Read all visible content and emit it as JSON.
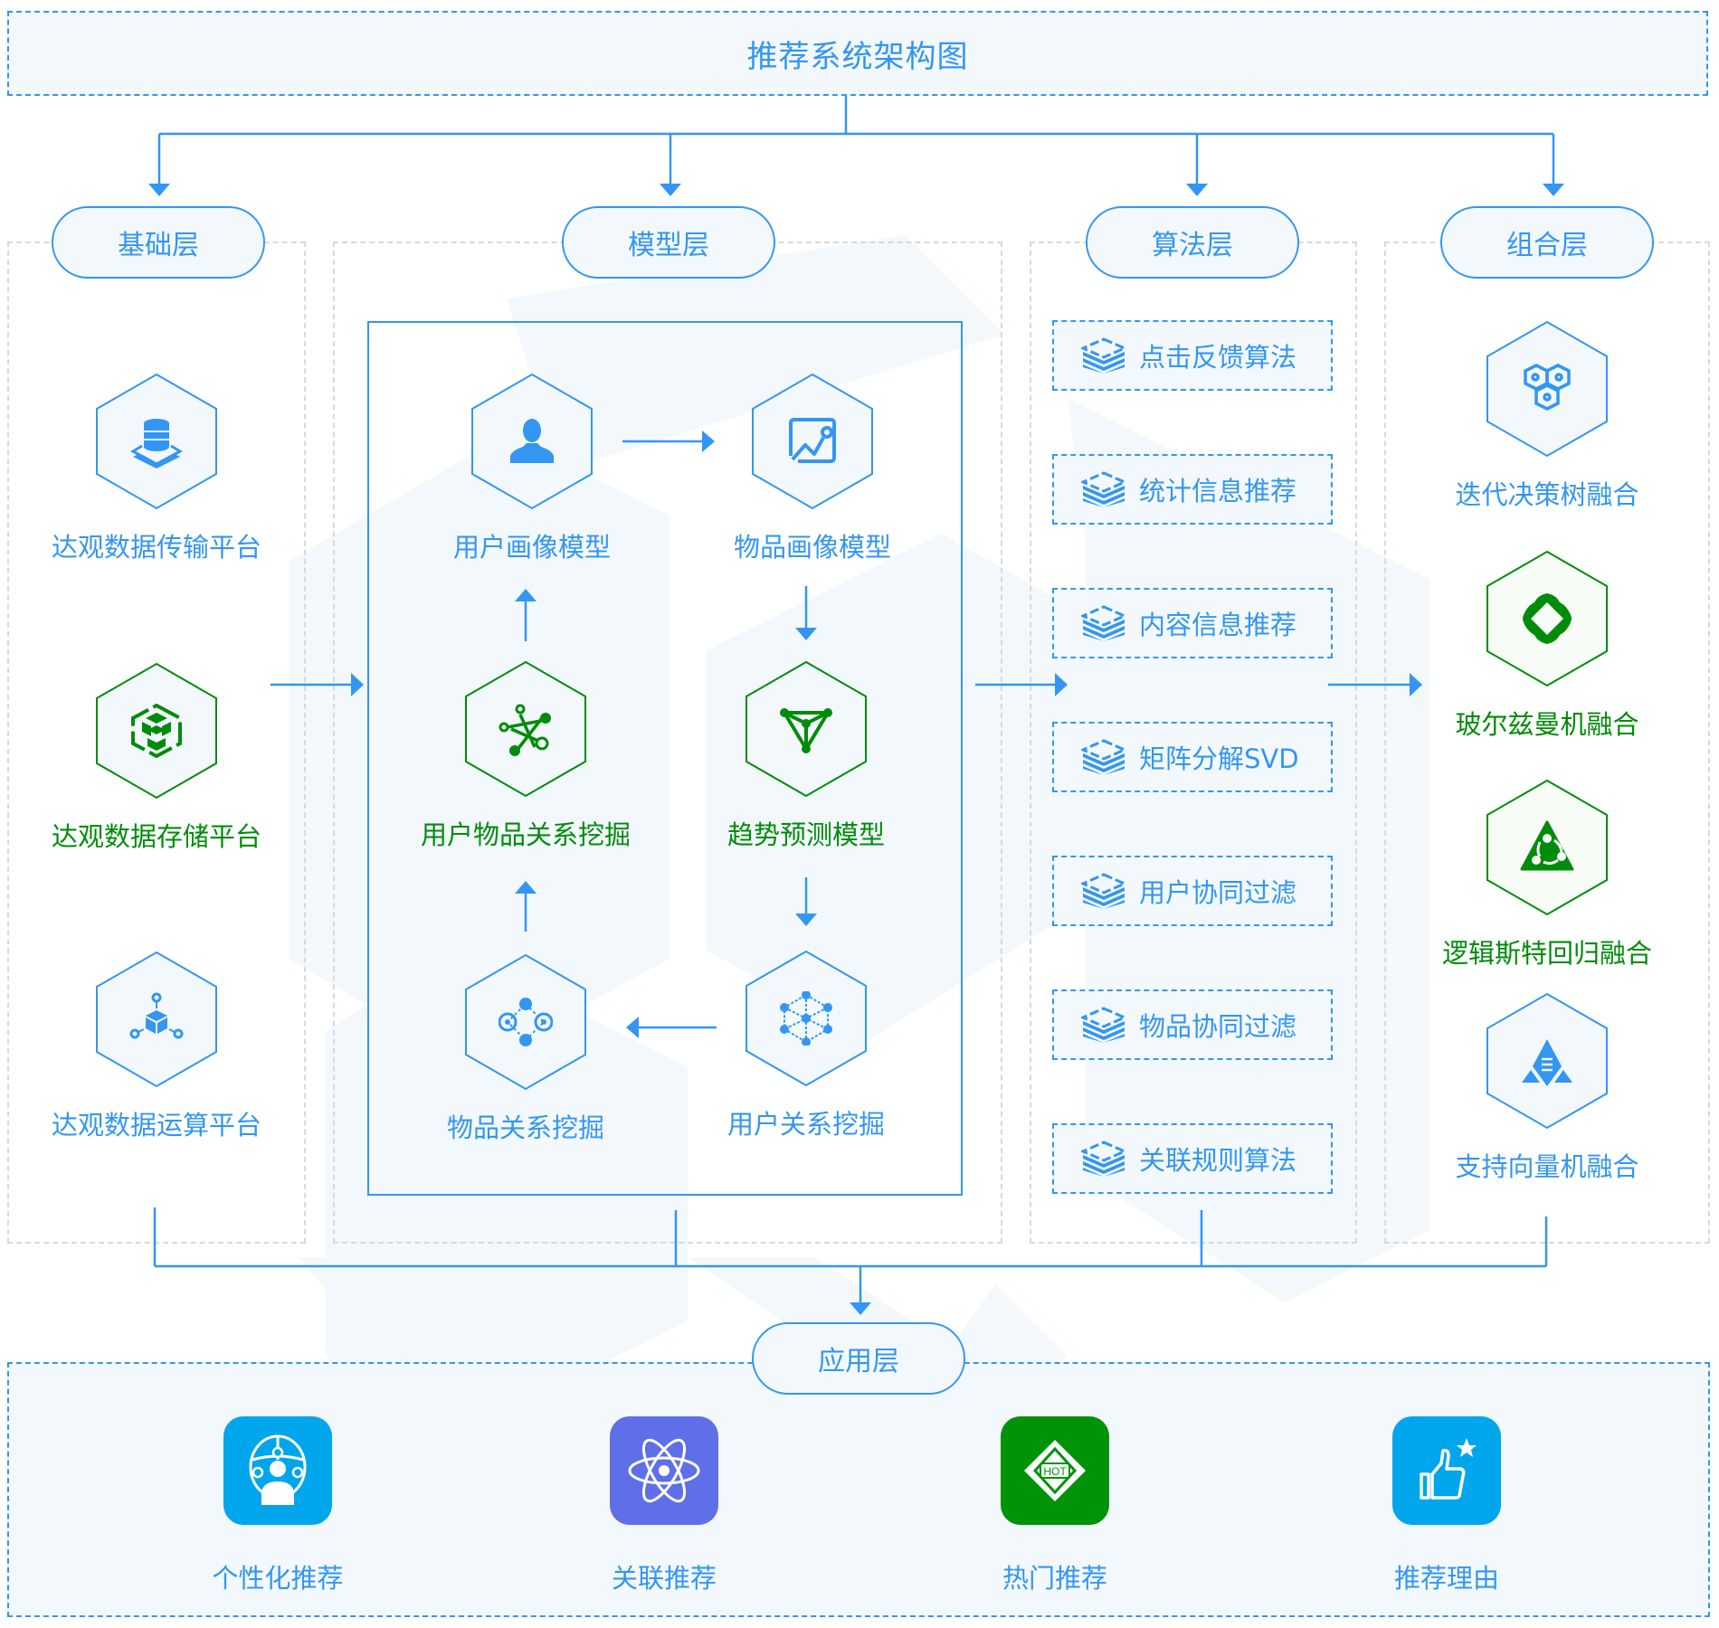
{
  "title": "推荐系统架构图",
  "colors": {
    "primary_blue": "#3396f2",
    "green": "#008c0a",
    "panel_fill": "#f3f8fd",
    "app_personal": "#00a6ec",
    "app_related": "#5f6fe8",
    "app_hot": "#009208",
    "app_reason": "#00a6ec"
  },
  "layers": {
    "base": {
      "label": "基础层",
      "items": [
        {
          "label": "达观数据传输平台",
          "icon": "database-layers-icon",
          "color": "blue"
        },
        {
          "label": "达观数据存储平台",
          "icon": "cube-cluster-icon",
          "color": "green"
        },
        {
          "label": "达观数据运算平台",
          "icon": "cube-compute-icon",
          "color": "blue"
        }
      ]
    },
    "model": {
      "label": "模型层",
      "items": [
        {
          "label": "用户画像模型",
          "icon": "user-icon",
          "color": "blue"
        },
        {
          "label": "物品画像模型",
          "icon": "image-chart-icon",
          "color": "blue"
        },
        {
          "label": "用户物品关系挖掘",
          "icon": "network-star-icon",
          "color": "green"
        },
        {
          "label": "趋势预测模型",
          "icon": "triangle-graph-icon",
          "color": "green"
        },
        {
          "label": "物品关系挖掘",
          "icon": "node-ring-icon",
          "color": "blue"
        },
        {
          "label": "用户关系挖掘",
          "icon": "cube-network-icon",
          "color": "blue"
        }
      ]
    },
    "algorithm": {
      "label": "算法层",
      "items": [
        {
          "label": "点击反馈算法",
          "icon": "stack-layers-icon"
        },
        {
          "label": "统计信息推荐",
          "icon": "stack-layers-icon"
        },
        {
          "label": "内容信息推荐",
          "icon": "stack-layers-icon"
        },
        {
          "label": "矩阵分解SVD",
          "icon": "stack-layers-icon"
        },
        {
          "label": "用户协同过滤",
          "icon": "stack-layers-icon"
        },
        {
          "label": "物品协同过滤",
          "icon": "stack-layers-icon"
        },
        {
          "label": "关联规则算法",
          "icon": "stack-layers-icon"
        }
      ]
    },
    "ensemble": {
      "label": "组合层",
      "items": [
        {
          "label": "迭代决策树融合",
          "icon": "hex-cluster-icon",
          "color": "blue"
        },
        {
          "label": "玻尔兹曼机融合",
          "icon": "diamond-flower-icon",
          "color": "green"
        },
        {
          "label": "逻辑斯特回归融合",
          "icon": "triangle-cycle-icon",
          "color": "green"
        },
        {
          "label": "支持向量机融合",
          "icon": "triangle-server-icon",
          "color": "blue"
        }
      ]
    },
    "application": {
      "label": "应用层",
      "items": [
        {
          "label": "个性化推荐",
          "icon": "globe-user-icon"
        },
        {
          "label": "关联推荐",
          "icon": "atom-icon"
        },
        {
          "label": "热门推荐",
          "icon": "hot-badge-icon",
          "badge_text": "HOT"
        },
        {
          "label": "推荐理由",
          "icon": "thumbs-up-star-icon"
        }
      ]
    }
  }
}
